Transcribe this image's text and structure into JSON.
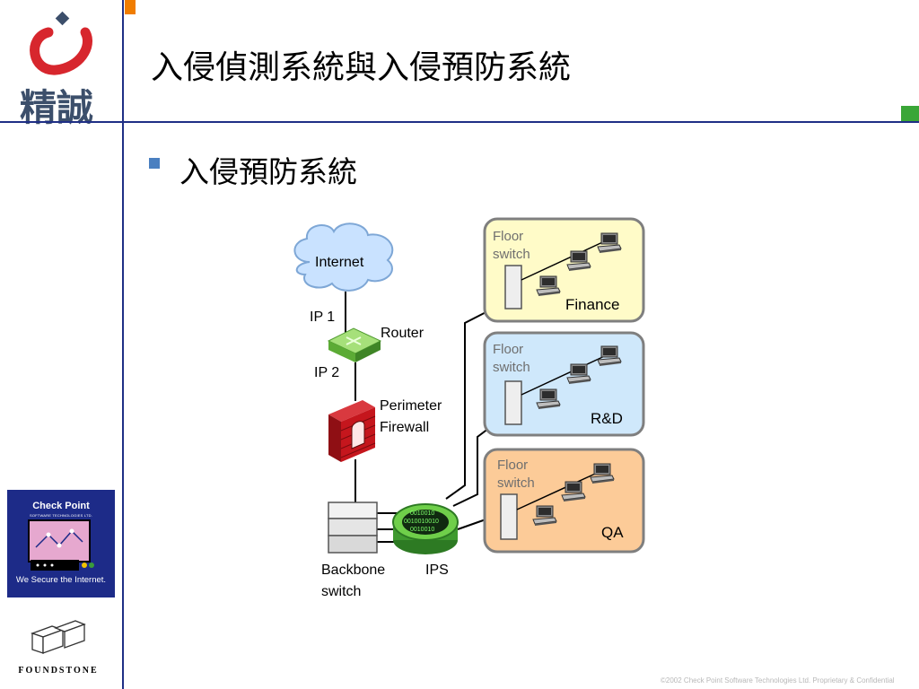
{
  "slide": {
    "title": "入侵偵測系統與入侵預防系統",
    "bullet": "入侵預防系統",
    "copyright": "©2002 Check Point Software Technologies Ltd. Proprietary & Confidential"
  },
  "sidebar": {
    "logo_text": "精誠",
    "checkpoint": {
      "brand": "Check Point",
      "sub": "SOFTWARE TECHNOLOGIES LTD.",
      "tagline": "We Secure the Internet."
    },
    "foundstone": "FOUNDSTONE"
  },
  "diagram": {
    "internet": "Internet",
    "ip1": "IP 1",
    "router": "Router",
    "ip2": "IP 2",
    "firewall_line1": "Perimeter",
    "firewall_line2": "Firewall",
    "backbone_line1": "Backbone",
    "backbone_line2": "switch",
    "ips": "IPS",
    "ips_bits": [
      "0010010",
      "0010010010",
      "0010010"
    ],
    "floor_line1": "Floor",
    "floor_line2": "switch",
    "zones": [
      "Finance",
      "R&D",
      "QA"
    ]
  },
  "colors": {
    "rule": "#1f2f86",
    "finance_bg": "#fffbc8",
    "rd_bg": "#cfe8fb",
    "qa_bg": "#fccb98",
    "router": "#7ad04a",
    "firewall": "#c5161d"
  }
}
